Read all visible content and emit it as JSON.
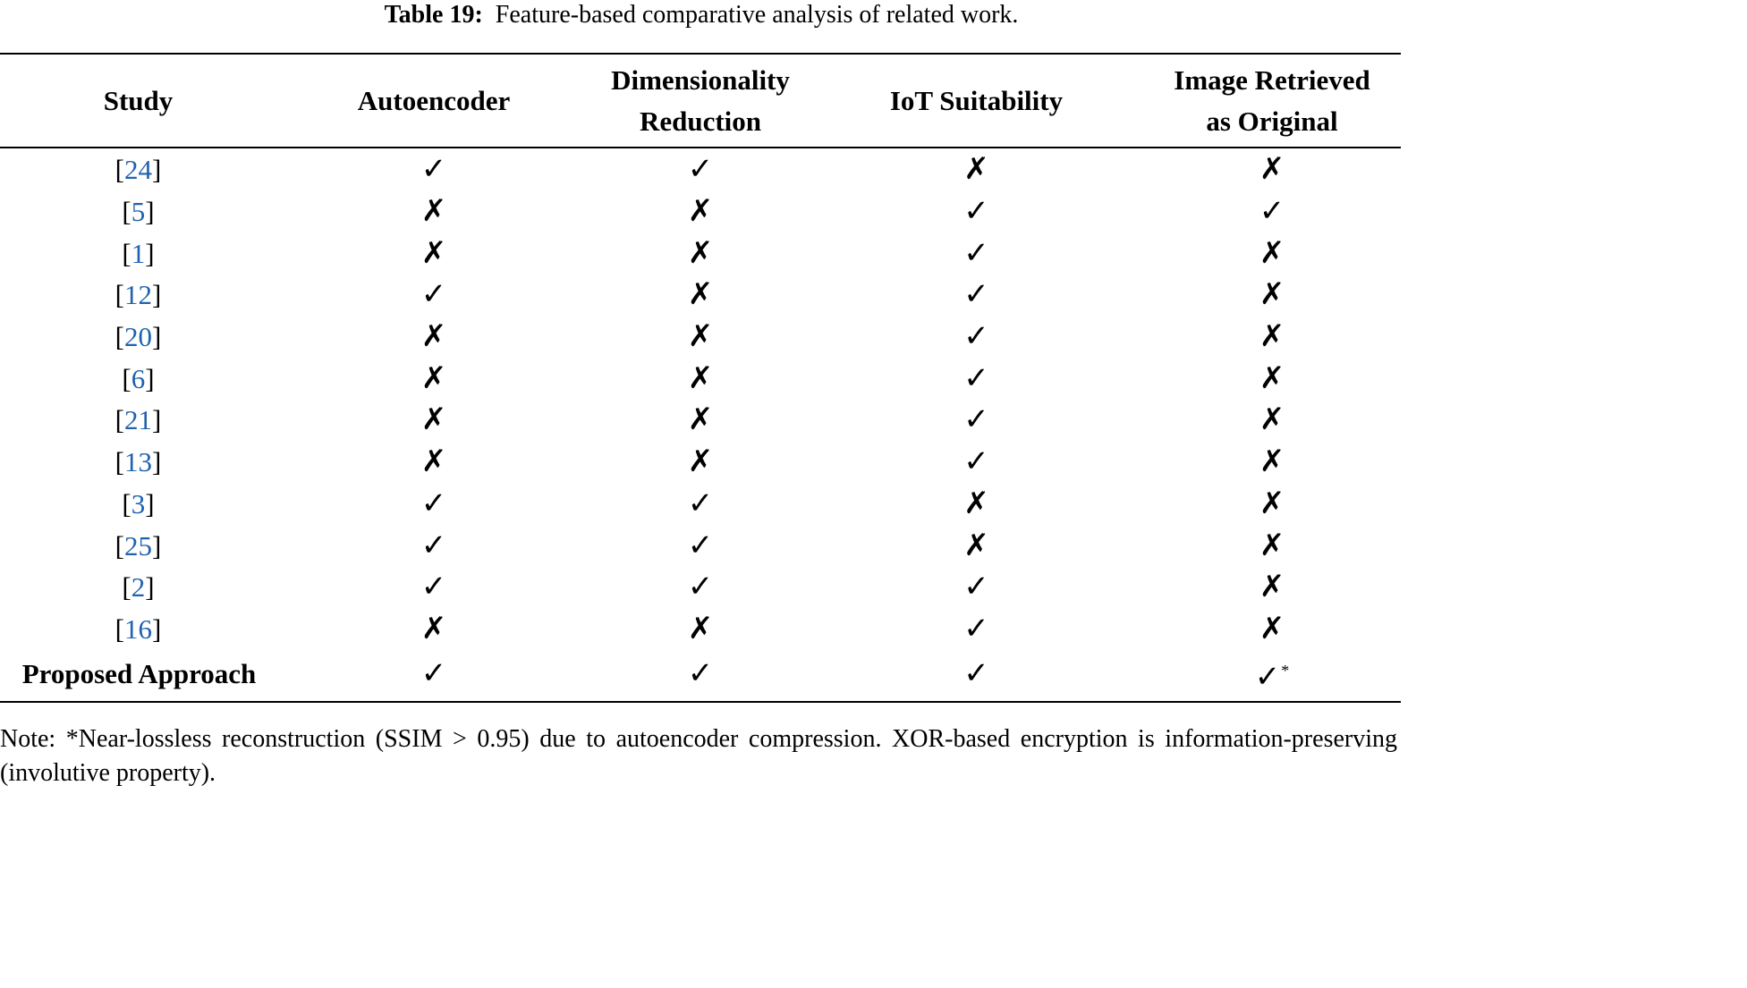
{
  "caption": {
    "label": "Table 19:",
    "text": "Feature-based comparative analysis of related work."
  },
  "headers": {
    "study": "Study",
    "autoencoder": "Autoencoder",
    "dimensionality_line1": "Dimensionality",
    "dimensionality_line2": "Reduction",
    "iot": "IoT Suitability",
    "retrieved_line1": "Image Retrieved",
    "retrieved_line2": "as Original"
  },
  "symbols": {
    "yes": "✓",
    "no": "✗"
  },
  "rows": [
    {
      "study": "24",
      "autoencoder": "✓",
      "dimensionality": "✓",
      "iot": "✗",
      "retrieved": "✗"
    },
    {
      "study": "5",
      "autoencoder": "✗",
      "dimensionality": "✗",
      "iot": "✓",
      "retrieved": "✓"
    },
    {
      "study": "1",
      "autoencoder": "✗",
      "dimensionality": "✗",
      "iot": "✓",
      "retrieved": "✗"
    },
    {
      "study": "12",
      "autoencoder": "✓",
      "dimensionality": "✗",
      "iot": "✓",
      "retrieved": "✗"
    },
    {
      "study": "20",
      "autoencoder": "✗",
      "dimensionality": "✗",
      "iot": "✓",
      "retrieved": "✗"
    },
    {
      "study": "6",
      "autoencoder": "✗",
      "dimensionality": "✗",
      "iot": "✓",
      "retrieved": "✗"
    },
    {
      "study": "21",
      "autoencoder": "✗",
      "dimensionality": "✗",
      "iot": "✓",
      "retrieved": "✗"
    },
    {
      "study": "13",
      "autoencoder": "✗",
      "dimensionality": "✗",
      "iot": "✓",
      "retrieved": "✗"
    },
    {
      "study": "3",
      "autoencoder": "✓",
      "dimensionality": "✓",
      "iot": "✗",
      "retrieved": "✗"
    },
    {
      "study": "25",
      "autoencoder": "✓",
      "dimensionality": "✓",
      "iot": "✗",
      "retrieved": "✗"
    },
    {
      "study": "2",
      "autoencoder": "✓",
      "dimensionality": "✓",
      "iot": "✓",
      "retrieved": "✗"
    },
    {
      "study": "16",
      "autoencoder": "✗",
      "dimensionality": "✗",
      "iot": "✓",
      "retrieved": "✗"
    }
  ],
  "proposed": {
    "study": "Proposed Approach",
    "autoencoder": "✓",
    "dimensionality": "✓",
    "iot": "✓",
    "retrieved": "✓",
    "retrieved_footnote": "*"
  },
  "note": "Note: *Near-lossless reconstruction (SSIM > 0.95) due to autoencoder compression. XOR-based encryption is information-preserving (involutive property).",
  "colors": {
    "reference_link": "#1f62b0",
    "text": "#000000",
    "rule": "#000000"
  }
}
